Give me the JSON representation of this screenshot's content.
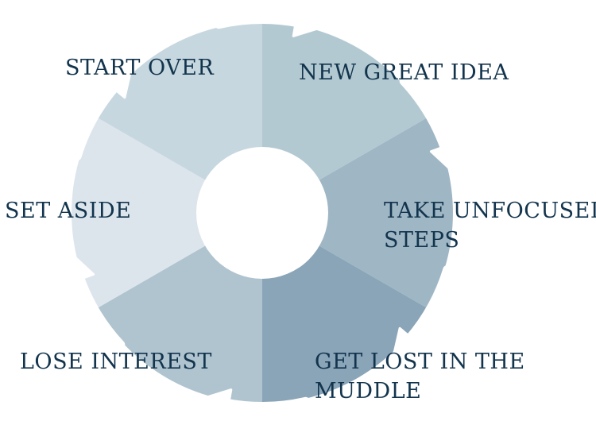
{
  "stages": [
    {
      "id": "new-great-idea",
      "lines": [
        "NEW GREAT IDEA"
      ],
      "color": "#b3c9d2"
    },
    {
      "id": "take-unfocused-steps",
      "lines": [
        "TAKE UNFOCUSED",
        "STEPS"
      ],
      "color": "#9fb6c4"
    },
    {
      "id": "get-lost-in-the-muddle",
      "lines": [
        "GET LOST IN THE",
        "MUDDLE"
      ],
      "color": "#8aa4b8"
    },
    {
      "id": "lose-interest",
      "lines": [
        "LOSE INTEREST"
      ],
      "color": "#b0c4d0"
    },
    {
      "id": "set-aside",
      "lines": [
        "SET ASIDE"
      ],
      "color": "#dde5ec"
    },
    {
      "id": "start-over",
      "lines": [
        "START OVER"
      ],
      "color": "#c7d7df"
    }
  ],
  "colors": {
    "text": "#12344d",
    "arrow": "#ffffff",
    "center": "#ffffff"
  }
}
